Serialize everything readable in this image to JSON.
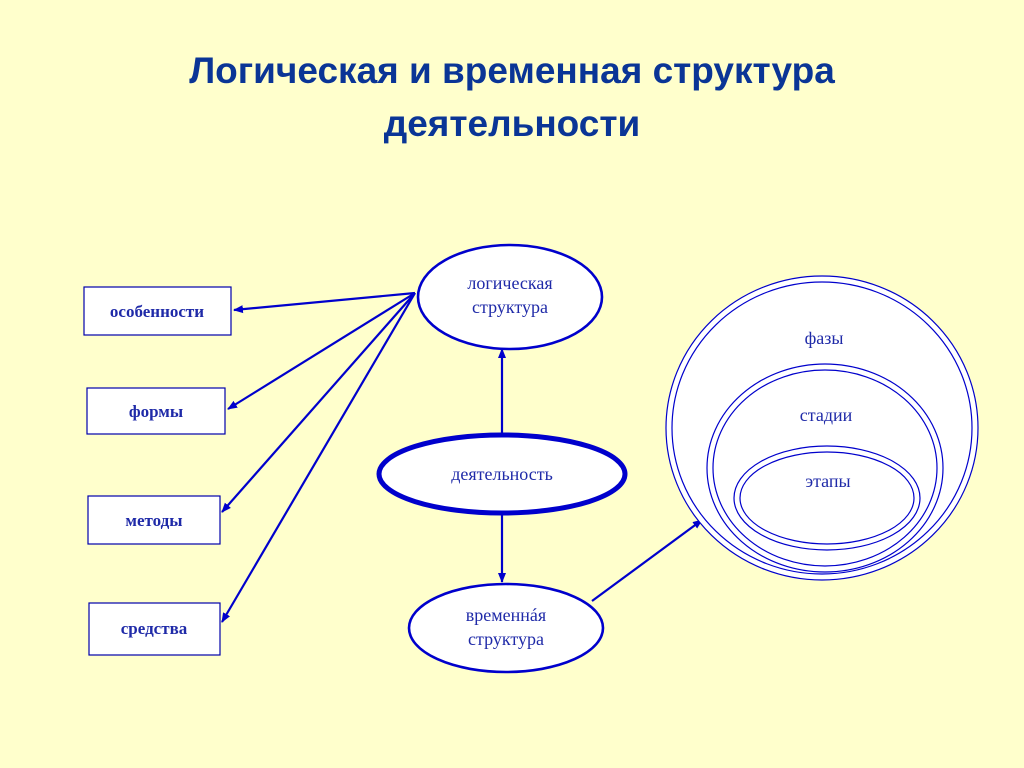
{
  "title": {
    "line1": "Логическая и временная структура",
    "line2": "деятельности"
  },
  "nodes": {
    "center": "деятельность",
    "logical": {
      "line1": "логическая",
      "line2": "структура"
    },
    "temporal": {
      "line1": "временнáя",
      "line2": "структура"
    }
  },
  "boxes": [
    "особенности",
    "формы",
    "методы",
    "средства"
  ],
  "rings": [
    "фазы",
    "стадии",
    "этапы"
  ],
  "colors": {
    "background": "#ffffcc",
    "title": "#0a3596",
    "stroke": "#0000cc",
    "text": "#1f2aa8"
  }
}
